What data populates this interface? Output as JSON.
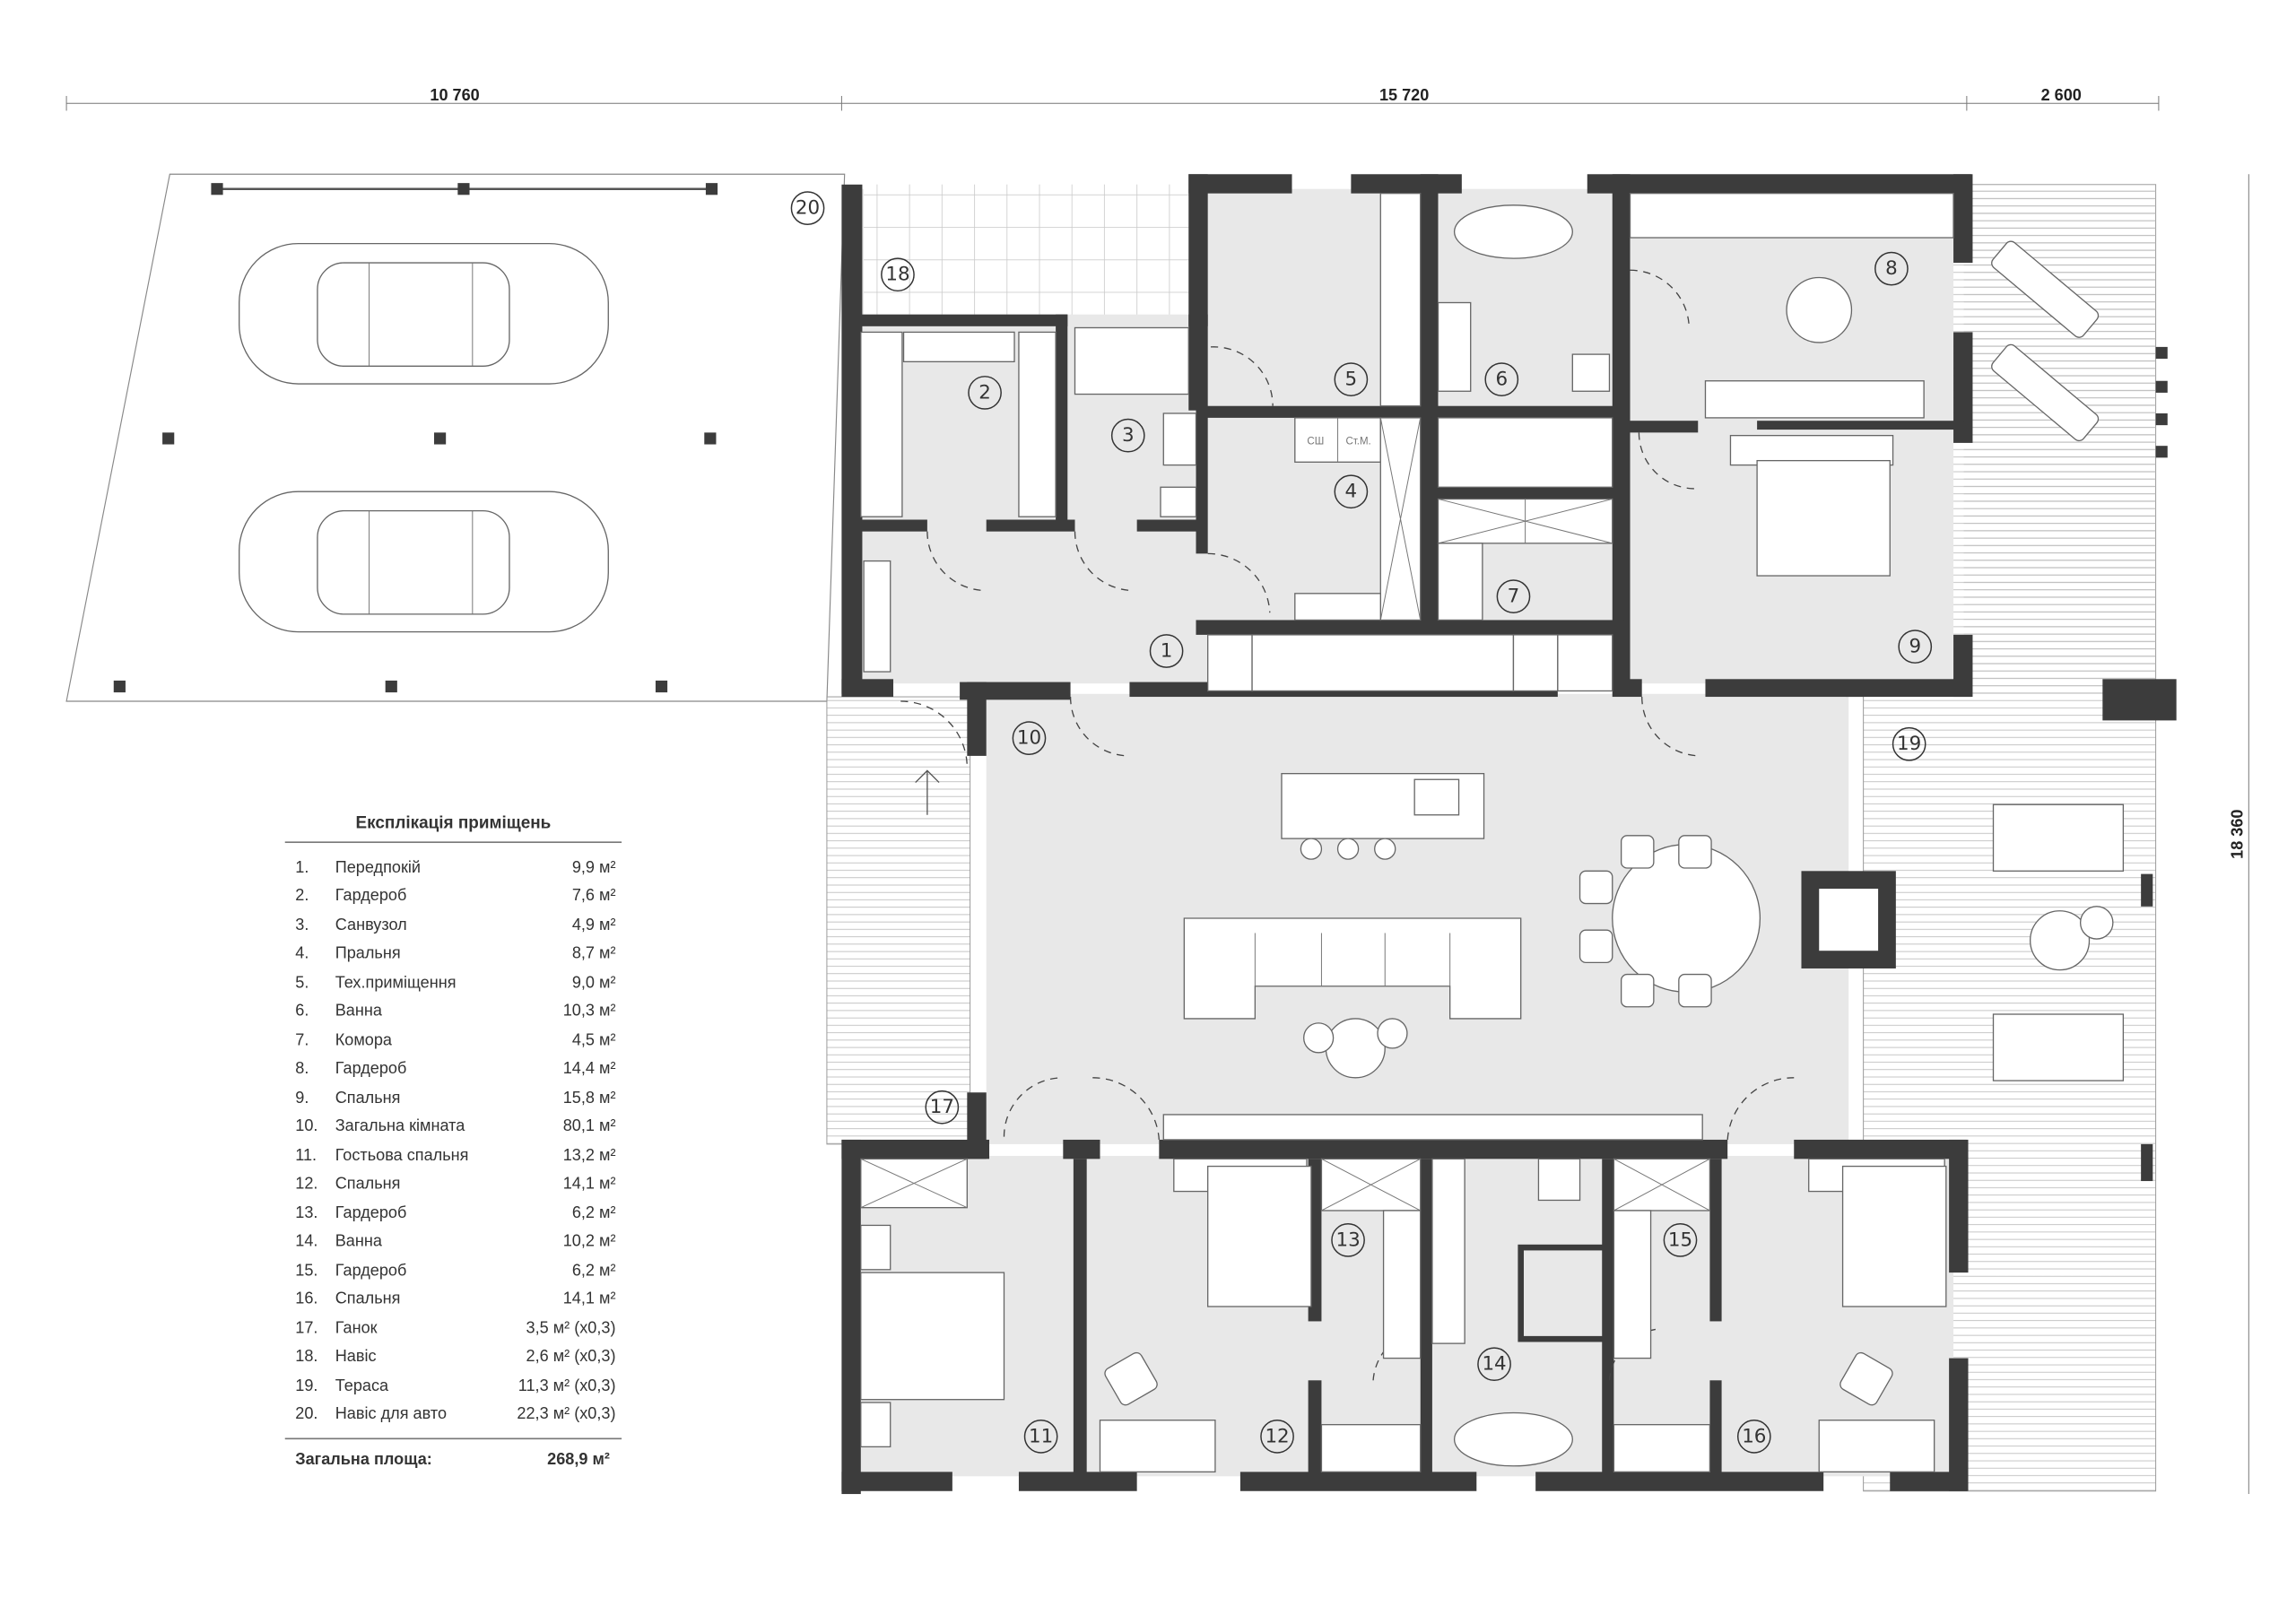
{
  "dimensions": {
    "top": [
      "10 760",
      "15 720",
      "2 600"
    ],
    "right": "18 360"
  },
  "plan": {
    "room_markers": [
      "1",
      "2",
      "3",
      "4",
      "5",
      "6",
      "7",
      "8",
      "9",
      "10",
      "11",
      "12",
      "13",
      "14",
      "15",
      "16",
      "17",
      "18",
      "19",
      "20"
    ],
    "appliance_labels": {
      "dryer": "СШ",
      "washer": "Ст.М."
    }
  },
  "legend": {
    "title": "Експлікація приміщень",
    "items": [
      {
        "num": "1.",
        "name": "Передпокій",
        "area": "9,9 м²"
      },
      {
        "num": "2.",
        "name": "Гардероб",
        "area": "7,6 м²"
      },
      {
        "num": "3.",
        "name": "Санвузол",
        "area": "4,9 м²"
      },
      {
        "num": "4.",
        "name": "Пральня",
        "area": "8,7 м²"
      },
      {
        "num": "5.",
        "name": "Тех.приміщення",
        "area": "9,0 м²"
      },
      {
        "num": "6.",
        "name": "Ванна",
        "area": "10,3 м²"
      },
      {
        "num": "7.",
        "name": "Комора",
        "area": "4,5 м²"
      },
      {
        "num": "8.",
        "name": "Гардероб",
        "area": "14,4 м²"
      },
      {
        "num": "9.",
        "name": "Спальня",
        "area": "15,8 м²"
      },
      {
        "num": "10.",
        "name": "Загальна кімната",
        "area": "80,1 м²"
      },
      {
        "num": "11.",
        "name": "Гостьова спальня",
        "area": "13,2 м²"
      },
      {
        "num": "12.",
        "name": "Спальня",
        "area": "14,1 м²"
      },
      {
        "num": "13.",
        "name": "Гардероб",
        "area": "6,2 м²"
      },
      {
        "num": "14.",
        "name": "Ванна",
        "area": "10,2 м²"
      },
      {
        "num": "15.",
        "name": "Гардероб",
        "area": "6,2 м²"
      },
      {
        "num": "16.",
        "name": "Спальня",
        "area": "14,1 м²"
      },
      {
        "num": "17.",
        "name": "Ганок",
        "area": "3,5 м² (x0,3)"
      },
      {
        "num": "18.",
        "name": "Навіс",
        "area": "2,6 м² (x0,3)"
      },
      {
        "num": "19.",
        "name": "Тераса",
        "area": "11,3 м² (x0,3)"
      },
      {
        "num": "20.",
        "name": "Навіс для авто",
        "area": "22,3 м² (x0,3)"
      }
    ],
    "total_label": "Загальна площа:",
    "total_value": "268,9 м²"
  },
  "colors": {
    "wall": "#3c3c3c",
    "floor": "#e8e8e8"
  }
}
